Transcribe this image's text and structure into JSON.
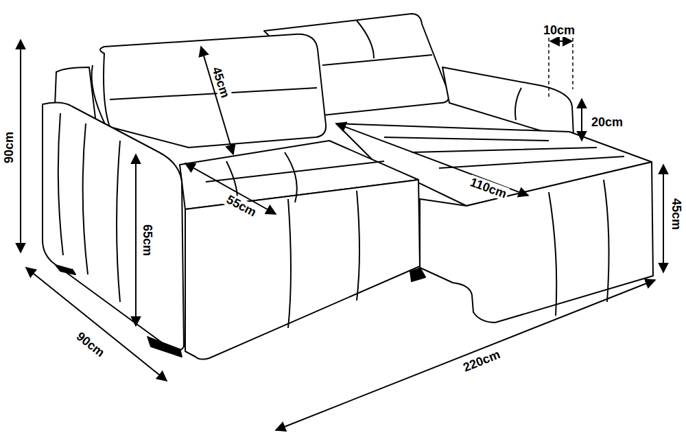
{
  "diagram": {
    "labels": [
      "10cm",
      "90cm",
      "45cm",
      "20cm",
      "110cm",
      "65cm",
      "55cm",
      "45cm",
      "90cm",
      "220cm"
    ]
  }
}
